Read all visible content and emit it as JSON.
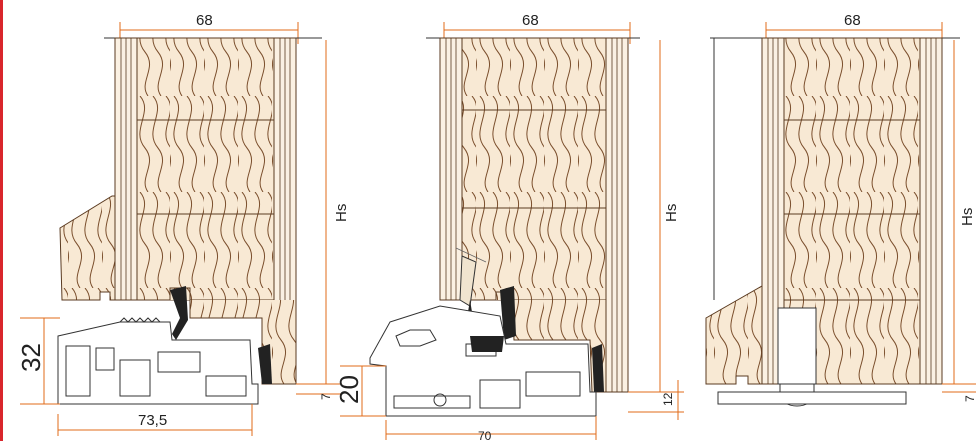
{
  "accent_color": "#e06b1a",
  "wood_fill": "#f8e9d4",
  "wood_line": "#7a4e2c",
  "drawings": [
    {
      "width_label": "68",
      "height_label": "Hs",
      "threshold_height_label": "32",
      "threshold_width_label": "73,5",
      "gap_label": "7"
    },
    {
      "width_label": "68",
      "height_label": "Hs",
      "threshold_height_label": "20",
      "threshold_width_label": "70",
      "gap_label": "12"
    },
    {
      "width_label": "68",
      "height_label": "Hs",
      "gap_label": "7"
    }
  ]
}
